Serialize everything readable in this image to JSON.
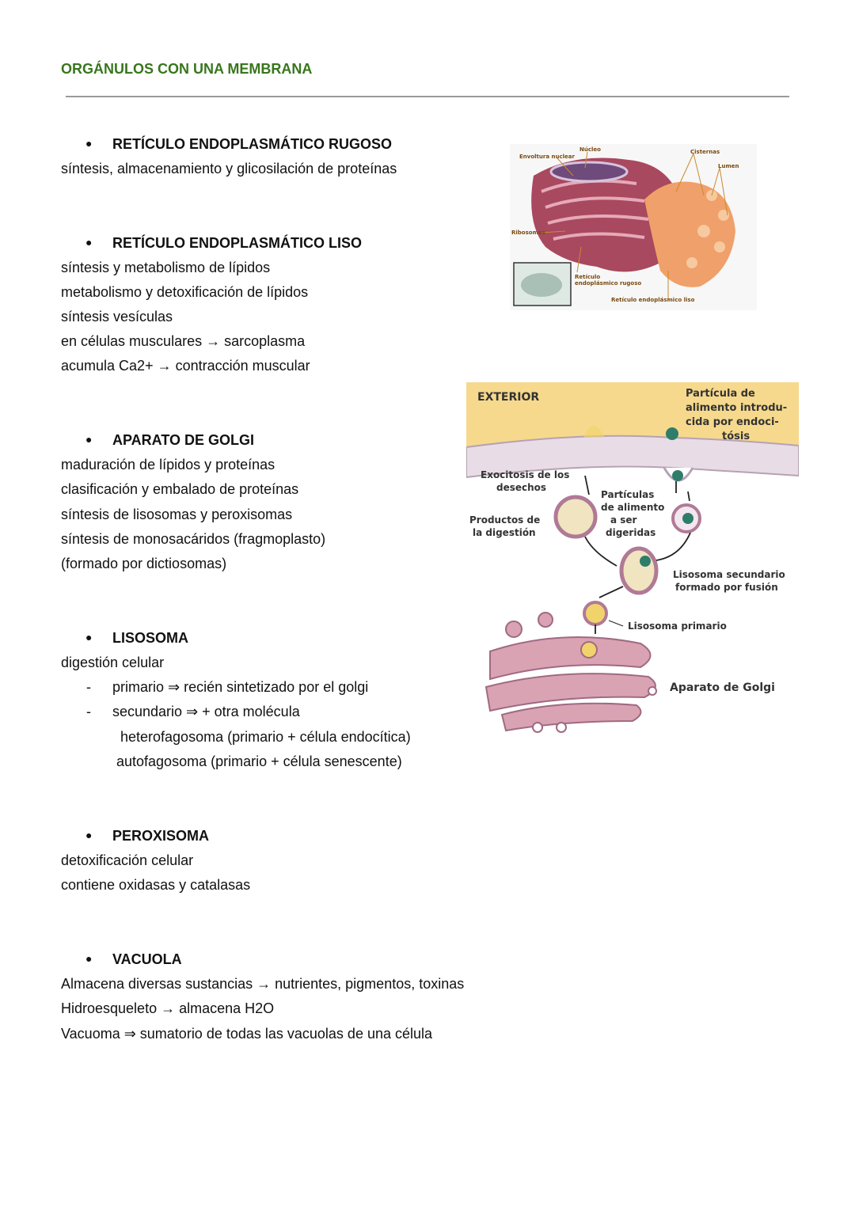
{
  "page_title": "ORGÁNULOS CON UNA MEMBRANA",
  "sections": {
    "rer": {
      "heading": "RETÍCULO ENDOPLASMÁTICO RUGOSO",
      "lines": [
        "síntesis, almacenamiento y glicosilación de proteínas"
      ]
    },
    "rel": {
      "heading": "RETÍCULO ENDOPLASMÁTICO LISO",
      "lines": [
        "síntesis y metabolismo de lípidos",
        "metabolismo y detoxificación de lípidos",
        "síntesis vesículas",
        "en células musculares → sarcoplasma",
        "acumula Ca2+ → contracción muscular"
      ]
    },
    "golgi": {
      "heading": "APARATO DE GOLGI",
      "lines": [
        "maduración de lípidos y proteínas",
        "clasificación y embalado de proteínas",
        "síntesis de lisosomas y peroxisomas",
        "síntesis de monosacáridos (fragmoplasto)",
        "(formado por dictiosomas)"
      ]
    },
    "lisosoma": {
      "heading": "LISOSOMA",
      "lines": [
        "digestión celular"
      ],
      "items": [
        {
          "dash": "-",
          "text": "primario ⇒ recién sintetizado por el golgi"
        },
        {
          "dash": "-",
          "text": "secundario ⇒ + otra molécula"
        }
      ],
      "subitems": [
        "heterofagosoma (primario + célula endocítica)",
        "autofagosoma (primario + célula senescente)"
      ]
    },
    "peroxisoma": {
      "heading": "PEROXISOMA",
      "lines": [
        "detoxificación celular",
        "contiene oxidasas y catalasas"
      ]
    },
    "vacuola": {
      "heading": "VACUOLA",
      "lines": [
        "Almacena diversas sustancias → nutrientes, pigmentos, toxinas",
        "Hidroesqueleto → almacena H2O",
        "Vacuoma ⇒ sumatorio de todas las vacuolas de una célula"
      ]
    }
  },
  "figure_er": {
    "labels": {
      "envoltura": "Envoltura nuclear",
      "nucleo": "Núcleo",
      "cisternas": "Cisternas",
      "lumen": "Lumen",
      "ribosomas": "Ribosomas",
      "rer_line1": "Retículo",
      "rer_line2": "endoplásmico rugoso",
      "rel": "Retículo endoplásmico liso"
    }
  },
  "figure_lysosome": {
    "labels": {
      "exterior": "EXTERIOR",
      "particula1": "Partícula de",
      "particula2": "alimento introdu-",
      "particula3": "cida por endoci-",
      "particula4": "tósis",
      "exocitosis1": "Exocitosis de los",
      "exocitosis2": "desechos",
      "particulas1": "Partículas",
      "particulas2": "de alimento",
      "particulas3": "a ser",
      "particulas4": "digeridas",
      "productos1": "Productos de",
      "productos2": "la digestión",
      "secundario1": "Lisosoma secundario",
      "secundario2": "formado por fusión",
      "primario": "Lisosoma primario",
      "golgi": "Aparato de Golgi"
    }
  },
  "colors": {
    "title": "#38761d",
    "rule": "#9a9a9a",
    "er_rough": "#a8495f",
    "er_smooth": "#f0a06a",
    "exterior_bg": "#f6d98c",
    "golgi": "#d9a3b3",
    "vesicle_content": "#f1d36b",
    "particle": "#2e7d6b"
  }
}
